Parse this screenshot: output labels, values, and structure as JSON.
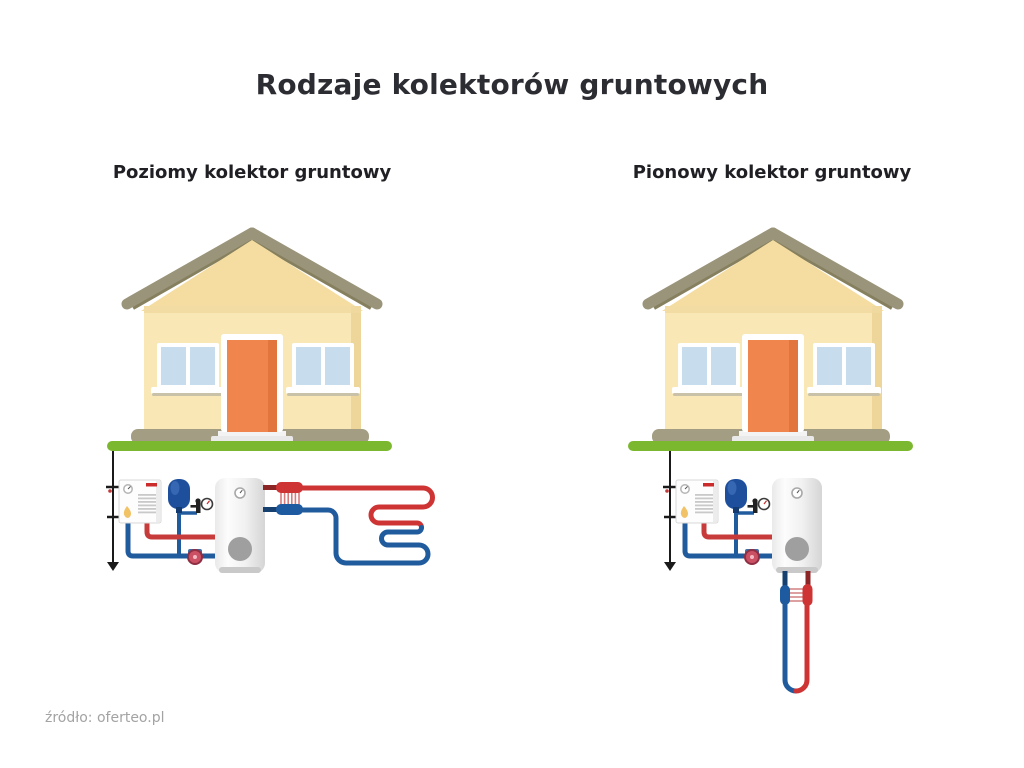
{
  "page": {
    "title": "Rodzaje kolektorów gruntowych",
    "source": "źródło: oferteo.pl",
    "background": "#ffffff"
  },
  "diagrams": [
    {
      "label": "Poziomy kolektor gruntowy",
      "collector_type": "horizontal"
    },
    {
      "label": "Pionowy kolektor gruntowy",
      "collector_type": "vertical"
    }
  ],
  "colors": {
    "title_text": "#2c2c33",
    "heading_text": "#1f1f24",
    "source_text": "#a3a3a3",
    "house_wall": "#f9e7b6",
    "house_gable": "#f5dda1",
    "roof": "#9a947a",
    "door": "#f0854e",
    "window_glass": "#c7dcec",
    "foundation": "#a39d83",
    "grass": "#7cb82f",
    "pipe_warm": "#cf3434",
    "pipe_cold": "#205b9d",
    "expansion_vessel": "#1e4f9d",
    "circulation_pump": "#cc5063",
    "ground_wire": "#1a1a1a"
  }
}
